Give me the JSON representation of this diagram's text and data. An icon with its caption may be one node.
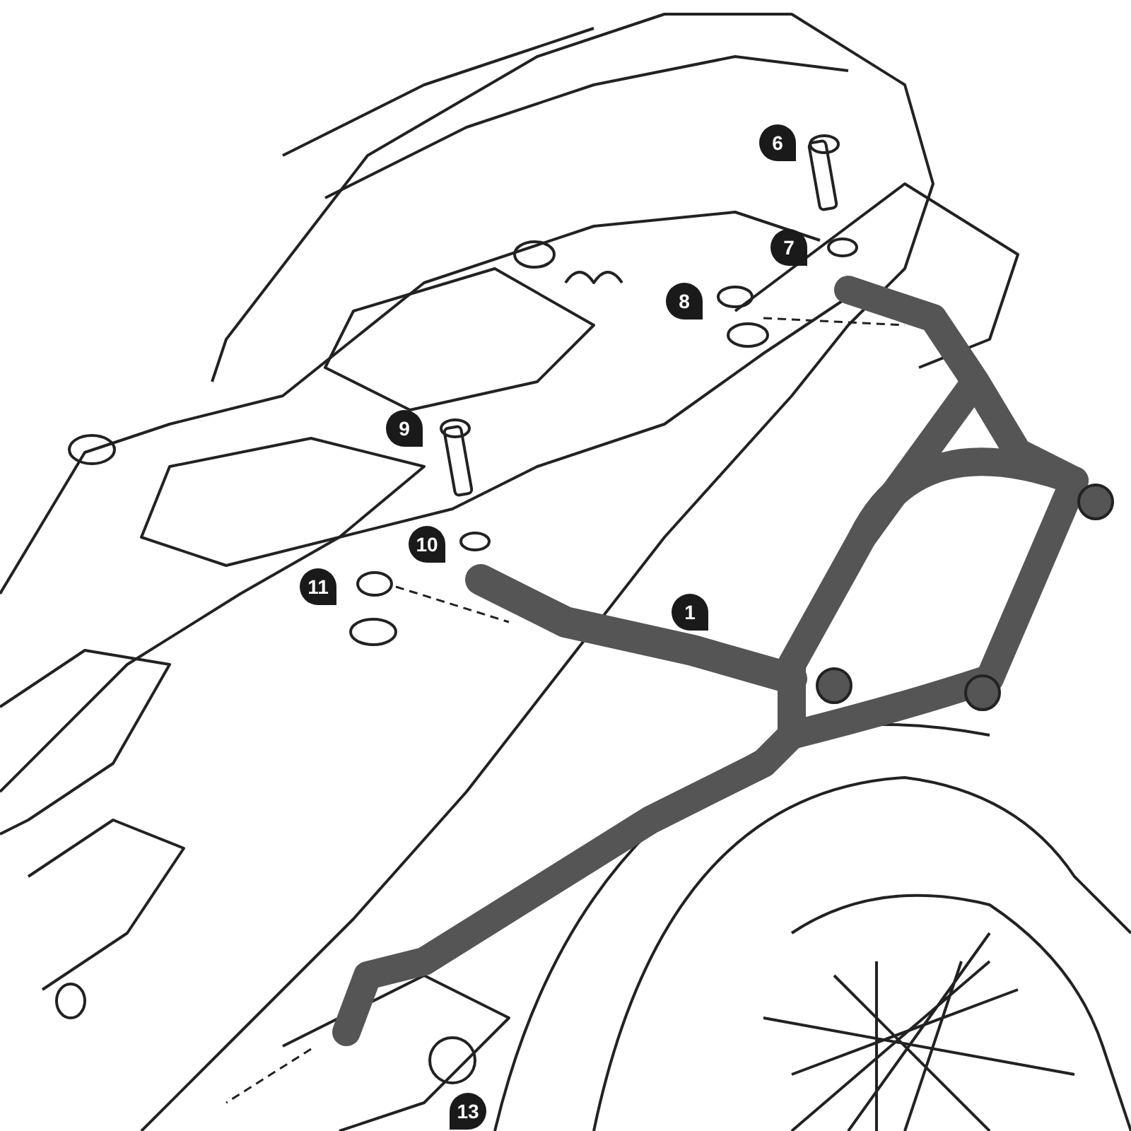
{
  "diagram": {
    "labels": [
      "6",
      "7",
      "8",
      "9",
      "10",
      "11",
      "1",
      "13"
    ]
  }
}
